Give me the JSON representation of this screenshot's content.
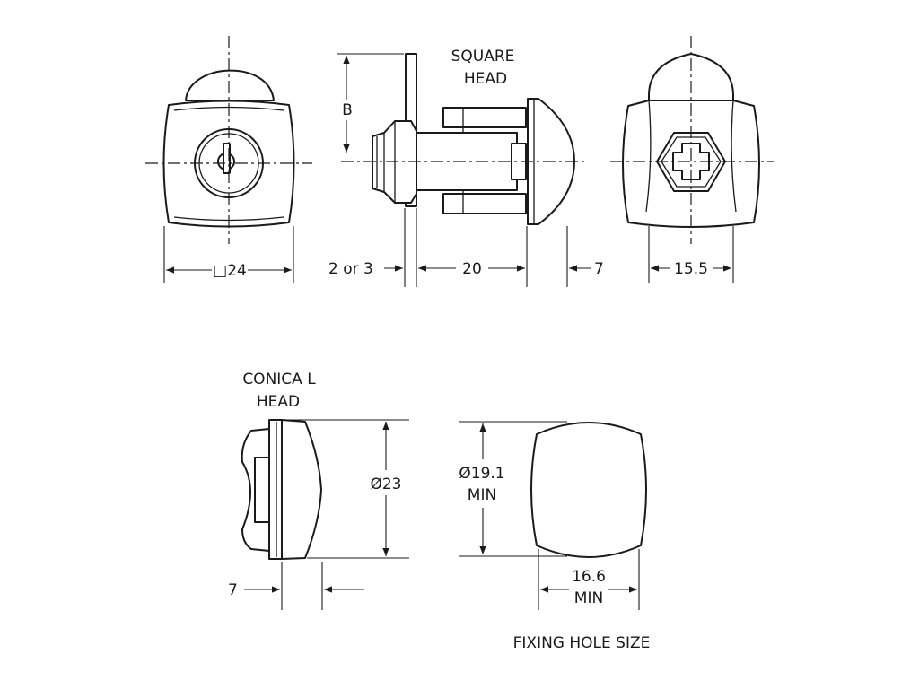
{
  "labels": {
    "square_head": [
      "SQUARE",
      "HEAD"
    ],
    "conical_head": [
      "CONICA L",
      "HEAD"
    ],
    "fixing_hole": "FIXING HOLE SIZE"
  },
  "dimensions": {
    "square_width": "□24",
    "flange": "2 or 3",
    "body_length": "20",
    "cam_depth": "7",
    "hex_width": "15.5",
    "flange_height": "B",
    "cone_depth": "7",
    "cone_diameter": "Ø23",
    "hole_height": [
      "Ø19.1",
      "MIN"
    ],
    "hole_width": [
      "16.6",
      "MIN"
    ]
  }
}
